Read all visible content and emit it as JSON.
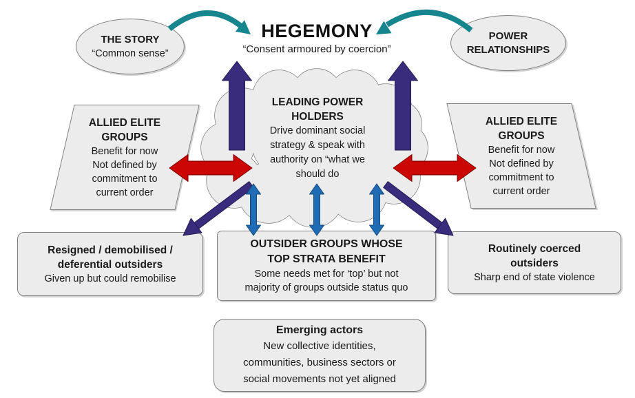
{
  "colors": {
    "purple": "#3a2c7c",
    "red": "#cc0505",
    "blue": "#1f6cb4",
    "teal": "#17858e",
    "box_fill": "#ececec",
    "box_border": "#7f7f7f"
  },
  "hegemony": {
    "title": "HEGEMONY",
    "subtitle": "“Consent armoured by coercion”"
  },
  "story": {
    "title": "THE STORY",
    "subtitle": "“Common sense”"
  },
  "power": {
    "title": "POWER\nRELATIONSHIPS"
  },
  "cloud": {
    "title": "LEADING POWER\nHOLDERS",
    "body": "Drive dominant social\nstrategy & speak with\nauthority on “what we\nshould do"
  },
  "allied_left": {
    "title": "ALLIED ELITE\nGROUPS",
    "body": "Benefit for now\nNot defined by\ncommitment to\ncurrent order"
  },
  "allied_right": {
    "title": "ALLIED ELITE\nGROUPS",
    "body": "Benefit for now\nNot defined by\ncommitment to\ncurrent order"
  },
  "resigned": {
    "title": "Resigned / demobilised /\ndeferential outsiders",
    "body": "Given up but could remobilise"
  },
  "outsiders": {
    "title": "OUTSIDER GROUPS WHOSE\nTOP STRATA BENEFIT",
    "body": "Some needs met for ‘top’ but not\nmajority of groups outside status quo"
  },
  "coerced": {
    "title": "Routinely coerced\noutsiders",
    "body": "Sharp end of state violence"
  },
  "emerging": {
    "title": "Emerging actors",
    "body": "New collective identities,\ncommunities, business sectors or\nsocial movements not yet aligned"
  }
}
